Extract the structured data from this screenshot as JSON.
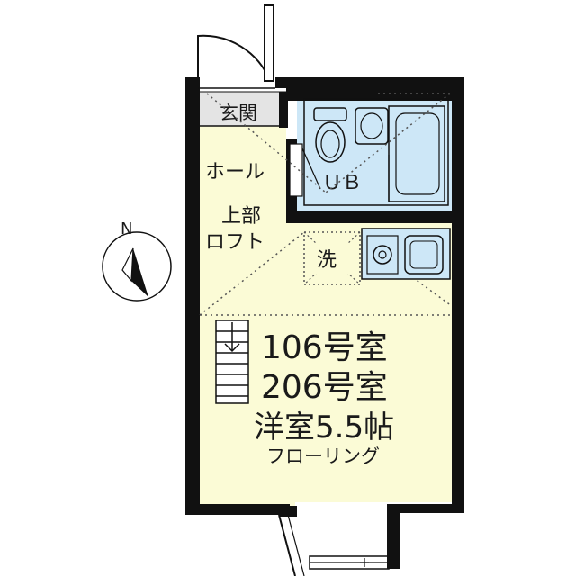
{
  "labels": {
    "entrance": "玄関",
    "hall": "ホール",
    "unit_bath": "ＵＢ",
    "loft_line1": "上部",
    "loft_line2": "ロフト",
    "washer": "洗",
    "room_line1": "106号室",
    "room_line2": "206号室",
    "room_line3": "洋室5.5帖",
    "room_line4": "フローリング"
  },
  "compass": {
    "north": "N"
  },
  "colors": {
    "wall": "#111111",
    "room_floor": "#fbfbd6",
    "wet_area": "#cde7f7",
    "entrance_floor": "#e4e4e4",
    "dotted": "#555555"
  }
}
